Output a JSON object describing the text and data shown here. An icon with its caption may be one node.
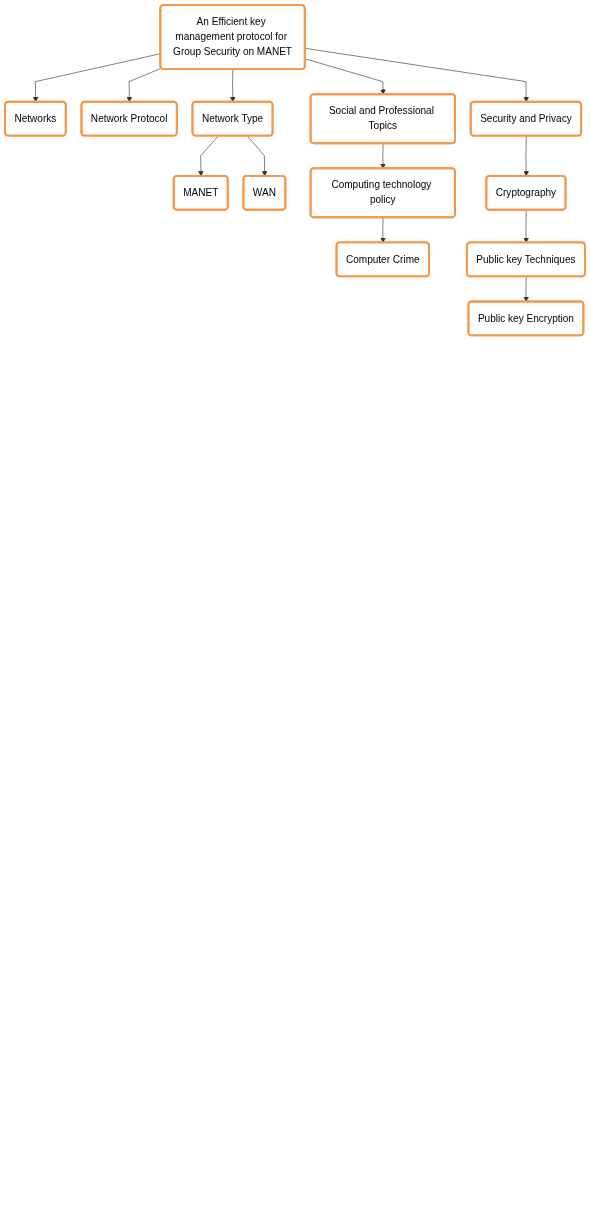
{
  "diagram": {
    "nodes": [
      {
        "text": [
          "An Efficient key management protocol for Group Security on MANET"
        ]
      },
      {
        "text": [
          "Networks"
        ]
      },
      {
        "text": [
          "Network Protocol"
        ]
      },
      {
        "text": [
          "Network Type"
        ]
      },
      {
        "text": [
          "MANET"
        ]
      },
      {
        "text": [
          "WAN"
        ]
      },
      {
        "text": [
          "Social and Professional Topics"
        ]
      },
      {
        "text": [
          "Computing technology policy"
        ]
      },
      {
        "text": [
          "Computer Crime"
        ]
      },
      {
        "text": [
          "Security and Privacy"
        ]
      },
      {
        "text": [
          "Cryptography"
        ]
      },
      {
        "text": [
          "Public key Techniques"
        ]
      },
      {
        "text": [
          "Public key Encryption"
        ]
      }
    ],
    "edges": [
      {
        "from": 0,
        "to": 1,
        "arrow": "to"
      },
      {
        "from": 0,
        "to": 2,
        "arrow": "to"
      },
      {
        "from": 0,
        "to": 3,
        "arrow": "to"
      },
      {
        "from": 3,
        "to": 4,
        "arrow": "to"
      },
      {
        "from": 3,
        "to": 5,
        "arrow": "to"
      },
      {
        "from": 0,
        "to": 6,
        "arrow": "to"
      },
      {
        "from": 6,
        "to": 7,
        "arrow": "to"
      },
      {
        "from": 7,
        "to": 8,
        "arrow": "to"
      },
      {
        "from": 0,
        "to": 9,
        "arrow": "to"
      },
      {
        "from": 9,
        "to": 10,
        "arrow": "to"
      },
      {
        "from": 10,
        "to": 11,
        "arrow": "to"
      },
      {
        "from": 11,
        "to": 12,
        "arrow": "to"
      }
    ]
  }
}
